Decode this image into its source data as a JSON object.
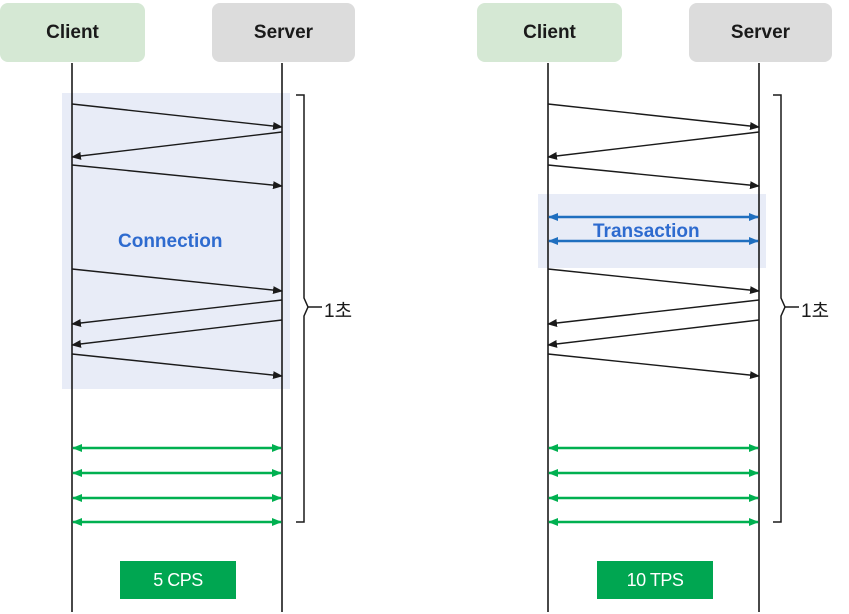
{
  "left": {
    "client": "Client",
    "server": "Server",
    "highlight_label": "Connection",
    "duration_label": "1초",
    "badge": "5 CPS"
  },
  "right": {
    "client": "Client",
    "server": "Server",
    "highlight_label": "Transaction",
    "duration_label": "1초",
    "badge": "10 TPS"
  },
  "colors": {
    "client_box": "#d5e8d4",
    "server_box": "#dcdcdc",
    "highlight": "#e8ecf7",
    "label_blue": "#2e6bcf",
    "transaction_arrow": "#1f6fbf",
    "green_arrow": "#00b050",
    "badge_green": "#00a651"
  }
}
